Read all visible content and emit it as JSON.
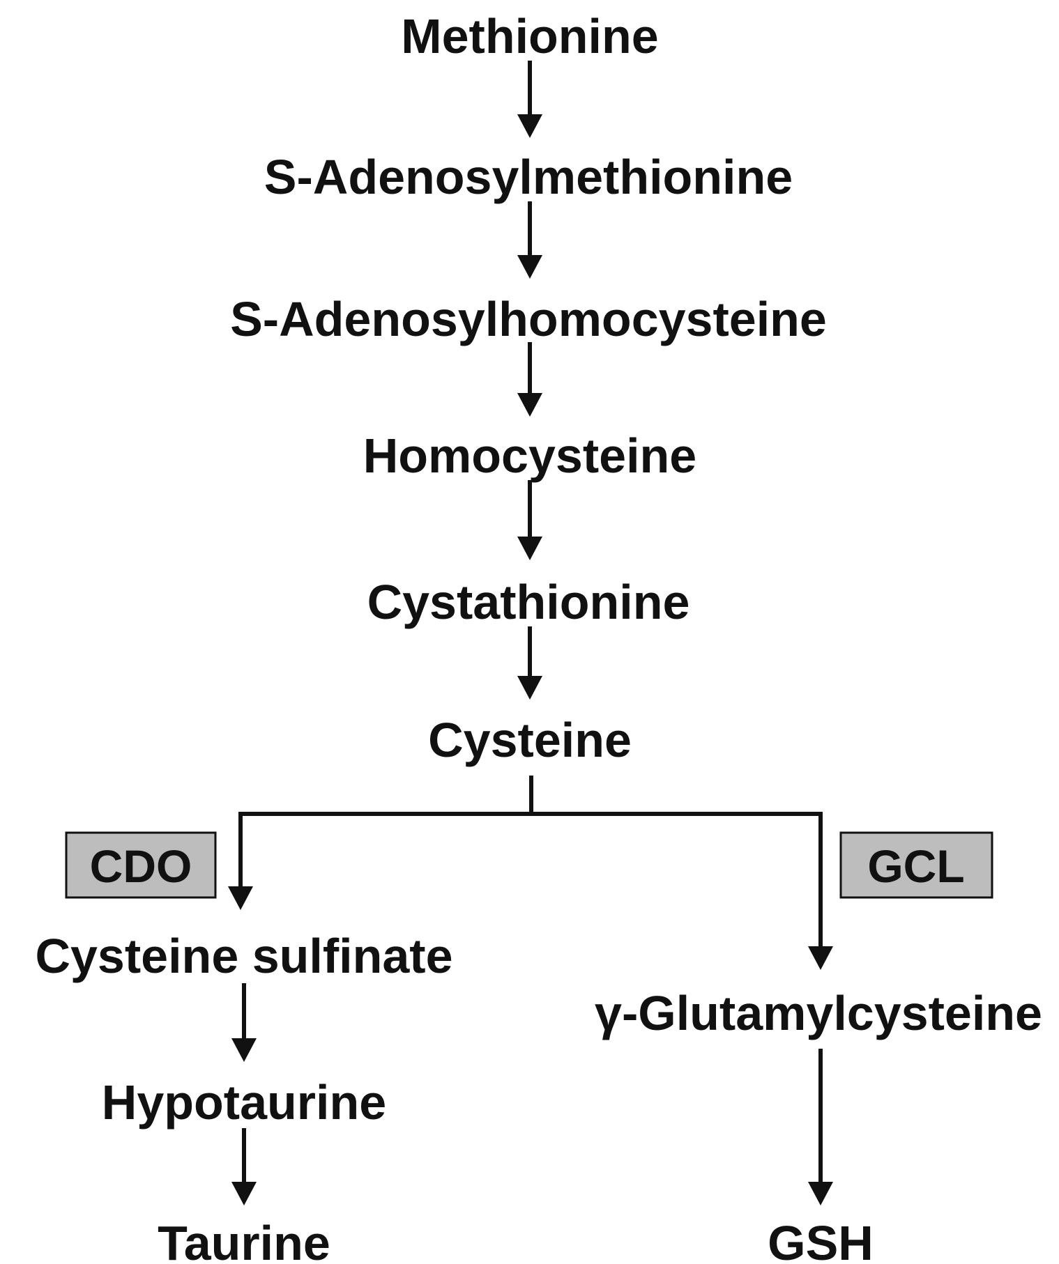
{
  "metabolites": {
    "methionine": "Methionine",
    "sam": "S-Adenosylmethionine",
    "sah": "S-Adenosylhomocysteine",
    "homocysteine": "Homocysteine",
    "cystathionine": "Cystathionine",
    "cysteine": "Cysteine",
    "cysteine_sulfinate": "Cysteine sulfinate",
    "hypotaurine": "Hypotaurine",
    "taurine": "Taurine",
    "gamma_glutamylcysteine": "γ-Glutamylcysteine",
    "gsh": "GSH"
  },
  "enzymes": {
    "cdo": "CDO",
    "gcl": "GCL"
  },
  "colors": {
    "ink": "#111111",
    "enzyme_box_fill": "#bdbdbd",
    "background": "#ffffff"
  }
}
